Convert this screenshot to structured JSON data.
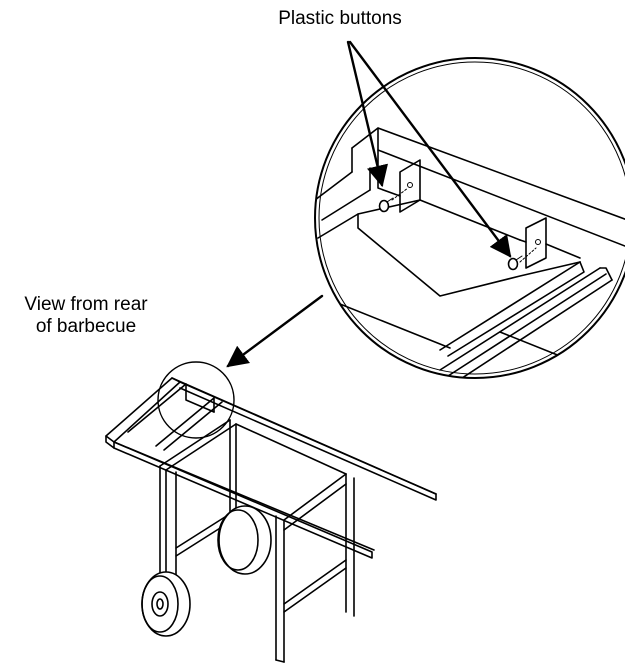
{
  "callouts": {
    "buttons_label": "Plastic buttons",
    "view_label_line1": "View from rear",
    "view_label_line2": "of barbecue"
  }
}
